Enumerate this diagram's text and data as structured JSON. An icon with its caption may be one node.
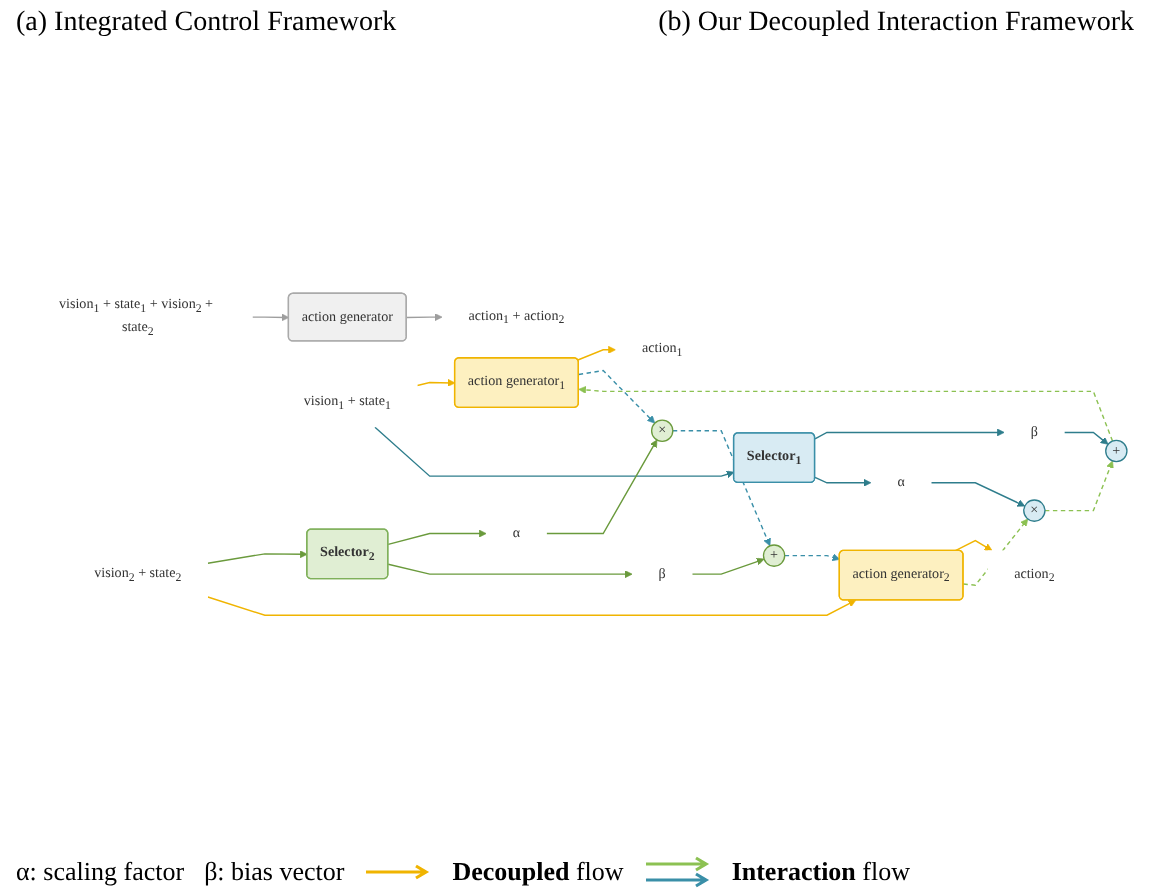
{
  "diagram": {
    "nodes": [
      {
        "text": [
          "vision$_{1}$ + state$_{1}$ + vision$_{2}$ + state$_{2}$"
        ]
      },
      {
        "text": [
          "action generator"
        ]
      },
      {
        "text": [
          "action$_{1}$ + action$_{2}$"
        ]
      },
      {
        "text": [
          "vision$_{1}$ + state$_{1}$"
        ]
      },
      {
        "text": [
          "action generator$_{1}$"
        ]
      },
      {
        "text": [
          "Selector$_{1}$"
        ]
      },
      {
        "text": [
          "β"
        ]
      },
      {
        "text": [
          "α"
        ]
      },
      {
        "text": [
          "+"
        ]
      },
      {
        "text": [
          "×"
        ]
      },
      {
        "text": [
          "vision$_{2}$ + state$_{2}$"
        ]
      },
      {
        "text": [
          "Selector$_{2}$"
        ]
      },
      {
        "text": [
          "α"
        ]
      },
      {
        "text": [
          "β"
        ]
      },
      {
        "text": [
          "×"
        ]
      },
      {
        "text": [
          "+"
        ]
      },
      {
        "text": [
          "action generator$_{2}$"
        ]
      },
      {
        "text": [
          "action$_{1}$"
        ]
      },
      {
        "text": [
          "action$_{2}$"
        ]
      }
    ],
    "edges": [
      {
        "from": 0,
        "to": 1,
        "arrow": "to",
        "color": "#9e9e9e"
      },
      {
        "from": 1,
        "to": 2,
        "arrow": "to",
        "color": "#9e9e9e"
      },
      {
        "from": 3,
        "to": 4,
        "arrow": "to",
        "color": "#f0b400"
      },
      {
        "from": 4,
        "to": 17,
        "arrow": "to",
        "color": "#f0b400"
      },
      {
        "from": 3,
        "to": 5,
        "arrow": "to",
        "color": "#2e7d8c"
      },
      {
        "from": 5,
        "to": 6,
        "arrow": "to",
        "color": "#2e7d8c"
      },
      {
        "from": 5,
        "to": 7,
        "arrow": "to",
        "color": "#2e7d8c"
      },
      {
        "from": 6,
        "to": 8,
        "arrow": "to",
        "color": "#2e7d8c"
      },
      {
        "from": 7,
        "to": 9,
        "arrow": "to",
        "color": "#2e7d8c"
      },
      {
        "from": 10,
        "to": 11,
        "arrow": "to",
        "color": "#6a9a3c"
      },
      {
        "from": 11,
        "to": 12,
        "arrow": "to",
        "color": "#6a9a3c"
      },
      {
        "from": 11,
        "to": 13,
        "arrow": "to",
        "color": "#6a9a3c"
      },
      {
        "from": 12,
        "to": 14,
        "arrow": "to",
        "color": "#6a9a3c"
      },
      {
        "from": 13,
        "to": 15,
        "arrow": "to",
        "color": "#6a9a3c"
      },
      {
        "from": 10,
        "to": 16,
        "arrow": "to",
        "color": "#f0b400"
      },
      {
        "from": 16,
        "to": 18,
        "arrow": "to",
        "color": "#f0b400"
      },
      {
        "from": 16,
        "to": 9,
        "arrow": "to",
        "style": "dashed",
        "color": "#8cc152"
      },
      {
        "from": 9,
        "to": 8,
        "arrow": "to",
        "style": "dashed",
        "color": "#8cc152"
      },
      {
        "from": 8,
        "to": 4,
        "arrow": "to",
        "style": "dashed",
        "color": "#8cc152"
      },
      {
        "from": 4,
        "to": 14,
        "arrow": "to",
        "style": "dashed",
        "color": "#3a8fa8"
      },
      {
        "from": 14,
        "to": 15,
        "arrow": "to",
        "style": "dashed",
        "color": "#3a8fa8"
      },
      {
        "from": 15,
        "to": 16,
        "arrow": "to",
        "style": "dashed",
        "color": "#3a8fa8"
      }
    ],
    "labels": [
      "(a) Integrated Control Framework",
      "(b) Our Decoupled Interaction Framework",
      "α: scaling factor",
      "β: bias vector"
    ],
    "legend": [
      {
        "text": "**Decoupled** flow"
      },
      {
        "text": "**Interaction** flow"
      }
    ]
  }
}
